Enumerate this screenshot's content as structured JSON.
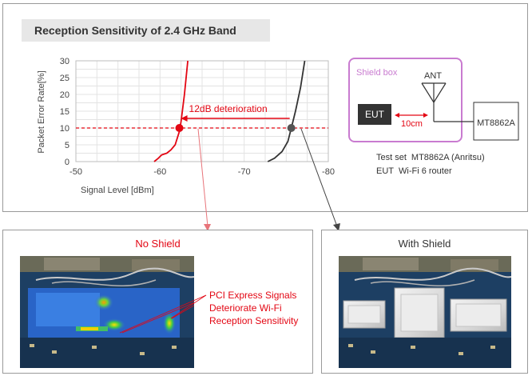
{
  "header": {
    "title": "Reception Sensitivity of 2.4 GHz Band"
  },
  "chart_data": {
    "type": "line",
    "title": "",
    "xlabel": "Signal Level [dBm]",
    "ylabel": "Packet Error Rate[%]",
    "xlim": [
      -50,
      -80
    ],
    "ylim": [
      0,
      30
    ],
    "xticks": [
      -50,
      -60,
      -70,
      -80
    ],
    "yticks": [
      0,
      5,
      10,
      15,
      20,
      25,
      30
    ],
    "grid": true,
    "threshold": 10,
    "series": [
      {
        "color": "#e30613",
        "points": [
          [
            -59.3,
            0
          ],
          [
            -59.8,
            1
          ],
          [
            -60.2,
            2
          ],
          [
            -60.8,
            2.5
          ],
          [
            -61.3,
            3.5
          ],
          [
            -61.8,
            5
          ],
          [
            -62.3,
            9
          ],
          [
            -62.5,
            12
          ],
          [
            -62.9,
            20
          ],
          [
            -63.3,
            30
          ]
        ]
      },
      {
        "color": "#333333",
        "points": [
          [
            -72.8,
            0
          ],
          [
            -73.6,
            1
          ],
          [
            -74.5,
            3
          ],
          [
            -75.2,
            6
          ],
          [
            -75.6,
            10
          ],
          [
            -76.1,
            15
          ],
          [
            -76.7,
            22
          ],
          [
            -77.2,
            30
          ]
        ]
      }
    ],
    "markers": [
      {
        "x": -62.3,
        "y": 10,
        "color": "#e30613"
      },
      {
        "x": -75.6,
        "y": 10,
        "color": "#555555"
      }
    ],
    "annotation": {
      "text": "12dB deterioration",
      "color": "#e30613"
    }
  },
  "setup": {
    "box_label": "Shield box",
    "ant_label": "ANT",
    "eut_label": "EUT",
    "distance_label": "10cm",
    "instrument_label": "MT8862A",
    "info": [
      {
        "key": "Test set",
        "value": "MT8862A (Anritsu)"
      },
      {
        "key": "EUT",
        "value": "Wi-Fi 6 router"
      }
    ],
    "accent": "#c97bd0"
  },
  "left_panel": {
    "title": "No Shield",
    "title_color": "#e30613",
    "callout": [
      "PCI Express Signals",
      "Deteriorate Wi-Fi",
      "Reception Sensitivity"
    ]
  },
  "right_panel": {
    "title": "With Shield",
    "title_color": "#333333"
  }
}
